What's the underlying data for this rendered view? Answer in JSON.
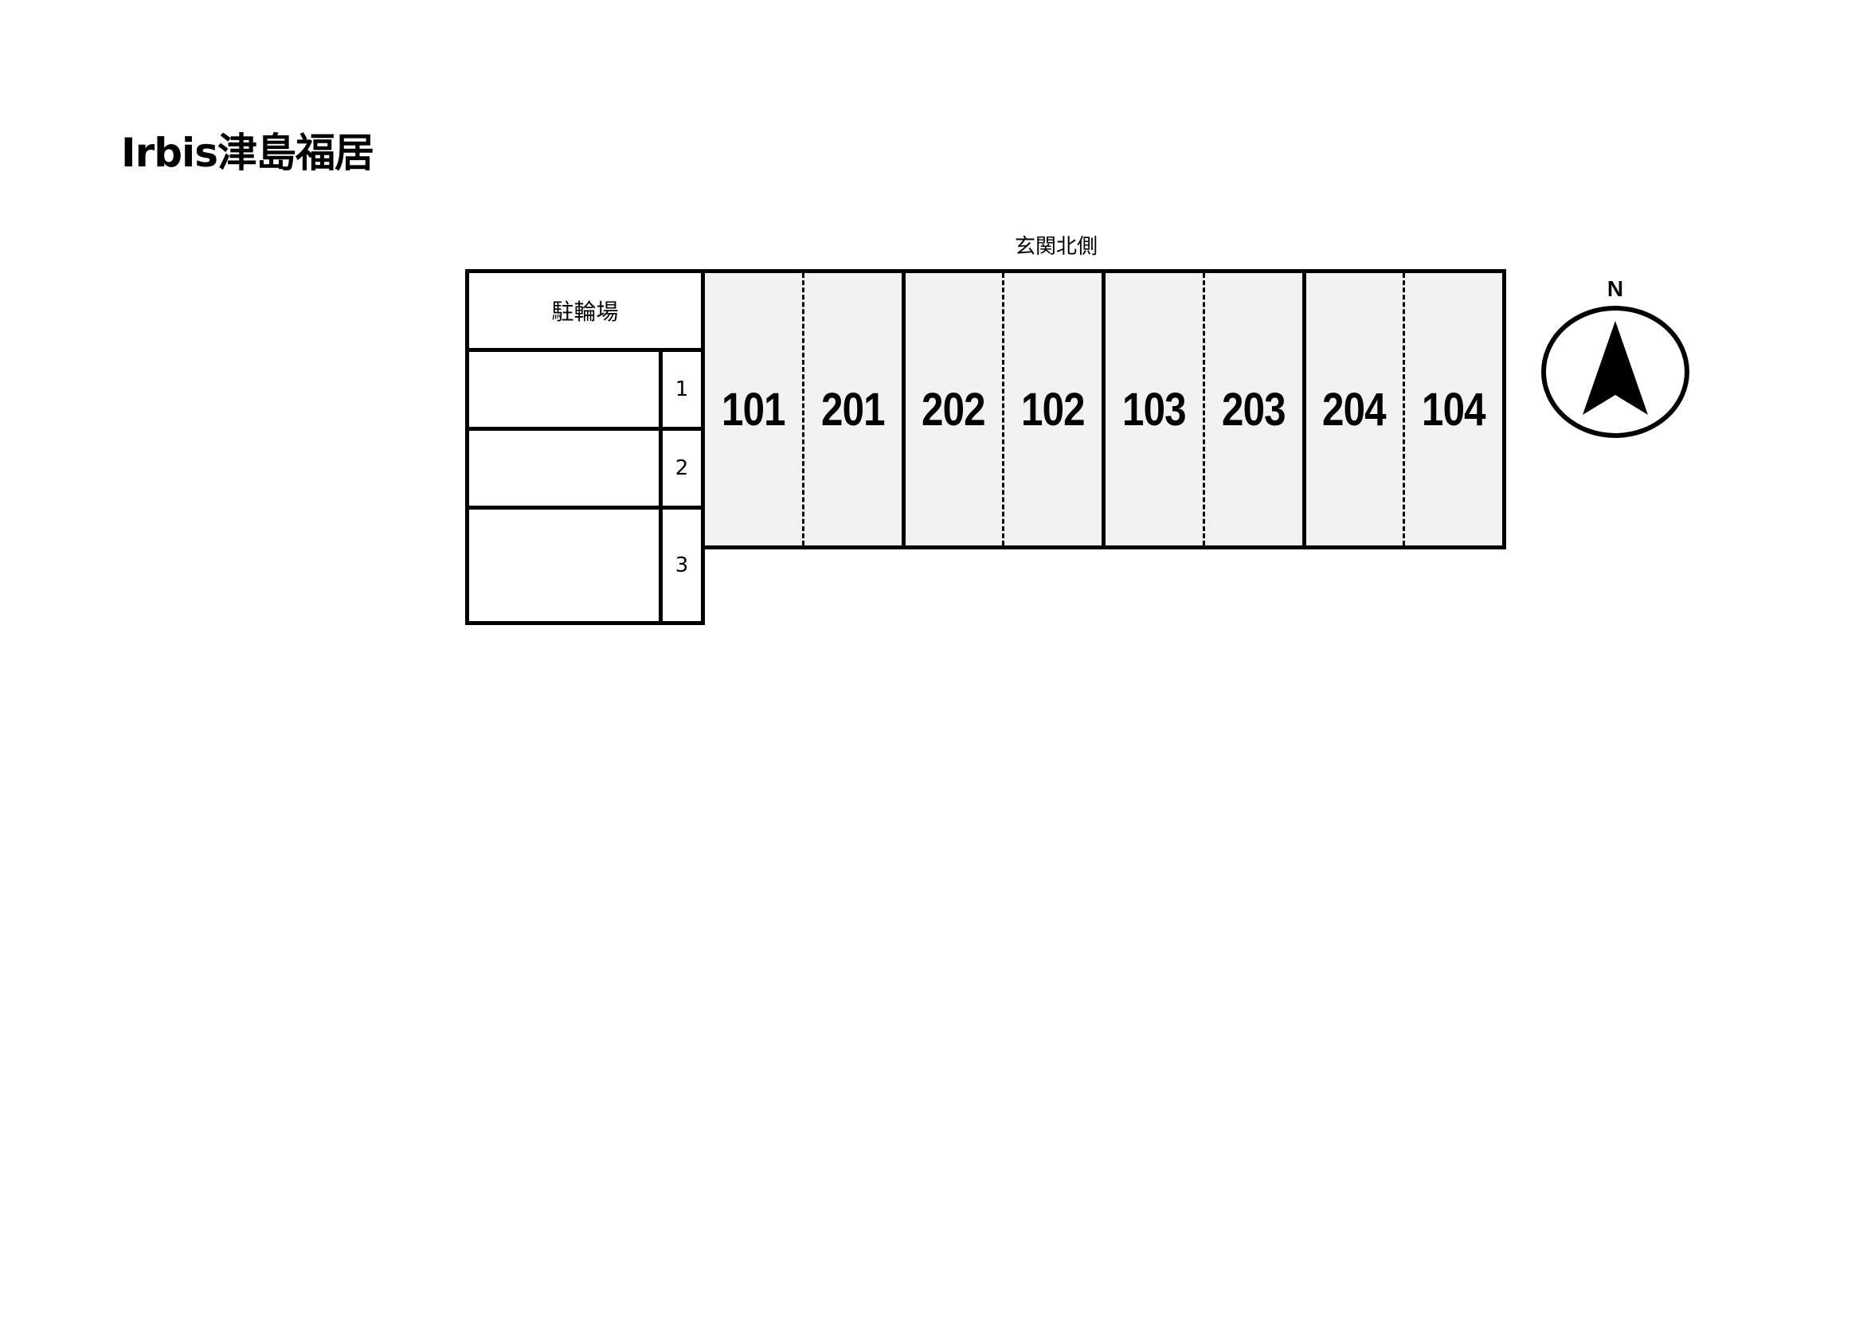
{
  "title": "Irbis津島福居",
  "entrance_label": "玄関北側",
  "bicycle_parking": {
    "label": "駐輪場",
    "slots": [
      {
        "number": "1"
      },
      {
        "number": "2"
      },
      {
        "number": "3"
      }
    ]
  },
  "building": {
    "fill_color": "#f2f2f2",
    "units": [
      {
        "label": "101",
        "divider": "dashed"
      },
      {
        "label": "201",
        "divider": "solid"
      },
      {
        "label": "202",
        "divider": "dashed"
      },
      {
        "label": "102",
        "divider": "solid"
      },
      {
        "label": "103",
        "divider": "dashed"
      },
      {
        "label": "203",
        "divider": "solid"
      },
      {
        "label": "204",
        "divider": "dashed"
      },
      {
        "label": "104",
        "divider": "none"
      }
    ]
  },
  "compass": {
    "label": "N",
    "icon": "north-arrow-icon"
  }
}
